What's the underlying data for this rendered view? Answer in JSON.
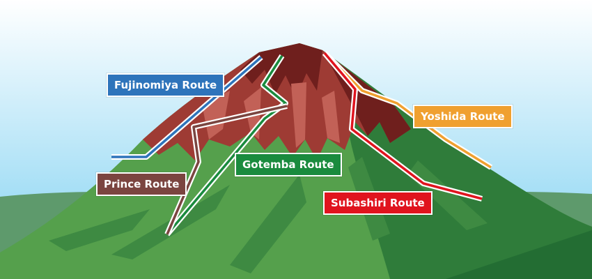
{
  "colors": {
    "sky_top": "#ffffff",
    "sky_bottom": "#7fd1f2",
    "hills": "#5e9a6c",
    "mountain_light": "#55a04c",
    "mountain_dark": "#2f7c3a",
    "mountain_shadow": "#236d33",
    "summit": "#9e3b34",
    "summit_dark": "#6f1f1d",
    "summit_light": "#c26157",
    "ridge": "#3e8a42"
  },
  "routes": [
    {
      "key": "fujinomiya",
      "label": "Fujinomiya Route",
      "color": "#2e74bb"
    },
    {
      "key": "yoshida",
      "label": "Yoshida Route",
      "color": "#f0a030"
    },
    {
      "key": "gotemba",
      "label": "Gotemba Route",
      "color": "#1a8b3e"
    },
    {
      "key": "prince",
      "label": "Prince Route",
      "color": "#7b4540"
    },
    {
      "key": "subashiri",
      "label": "Subashiri Route",
      "color": "#e0141e"
    }
  ]
}
